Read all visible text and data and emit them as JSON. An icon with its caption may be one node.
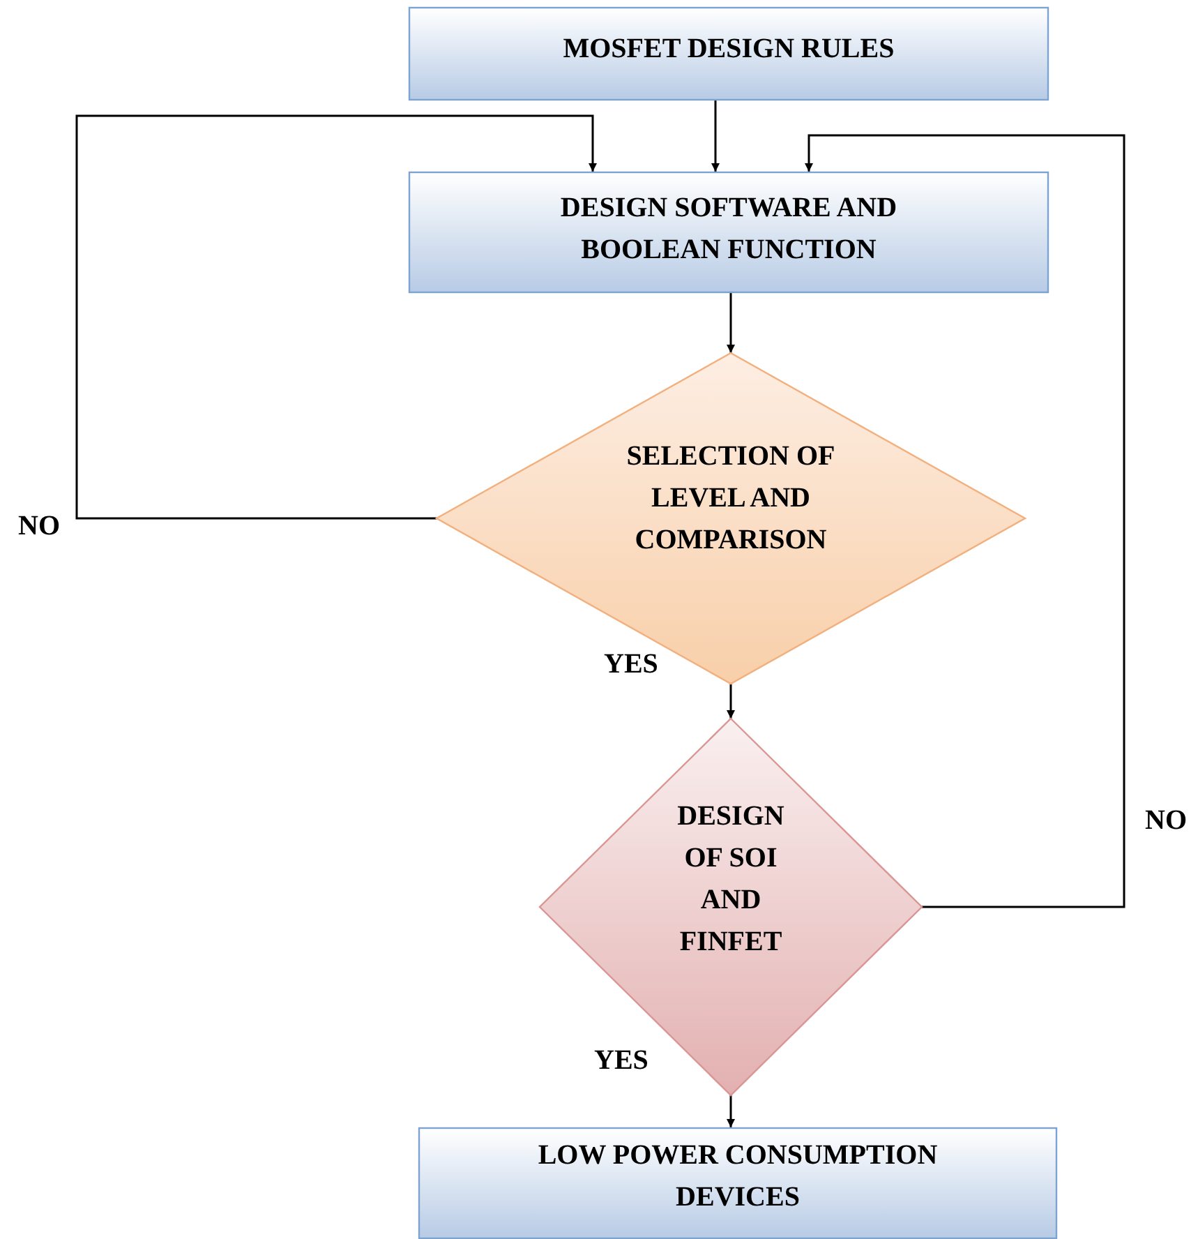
{
  "diagram": {
    "nodes": [
      {
        "text": [
          "MOSFET DESIGN RULES"
        ]
      },
      {
        "text": [
          "DESIGN SOFTWARE AND BOOLEAN FUNCTION"
        ]
      },
      {
        "text": [
          "SELECTION OF LEVEL AND COMPARISON"
        ]
      },
      {
        "text": [
          "DESIGN OF SOI AND FINFET"
        ]
      },
      {
        "text": [
          "LOW POWER CONSUMPTION DEVICES"
        ]
      }
    ],
    "edges": [
      {
        "from": 0,
        "to": 1,
        "arrow": "to"
      },
      {
        "from": 1,
        "to": 2,
        "arrow": "to"
      },
      {
        "from": 2,
        "to": 1,
        "arrow": "to",
        "label": "NO"
      },
      {
        "from": 2,
        "to": 3,
        "arrow": "to",
        "label": "YES"
      },
      {
        "from": 3,
        "to": 1,
        "arrow": "to",
        "label": "NO"
      },
      {
        "from": 3,
        "to": 4,
        "arrow": "to",
        "label": "YES"
      }
    ]
  }
}
